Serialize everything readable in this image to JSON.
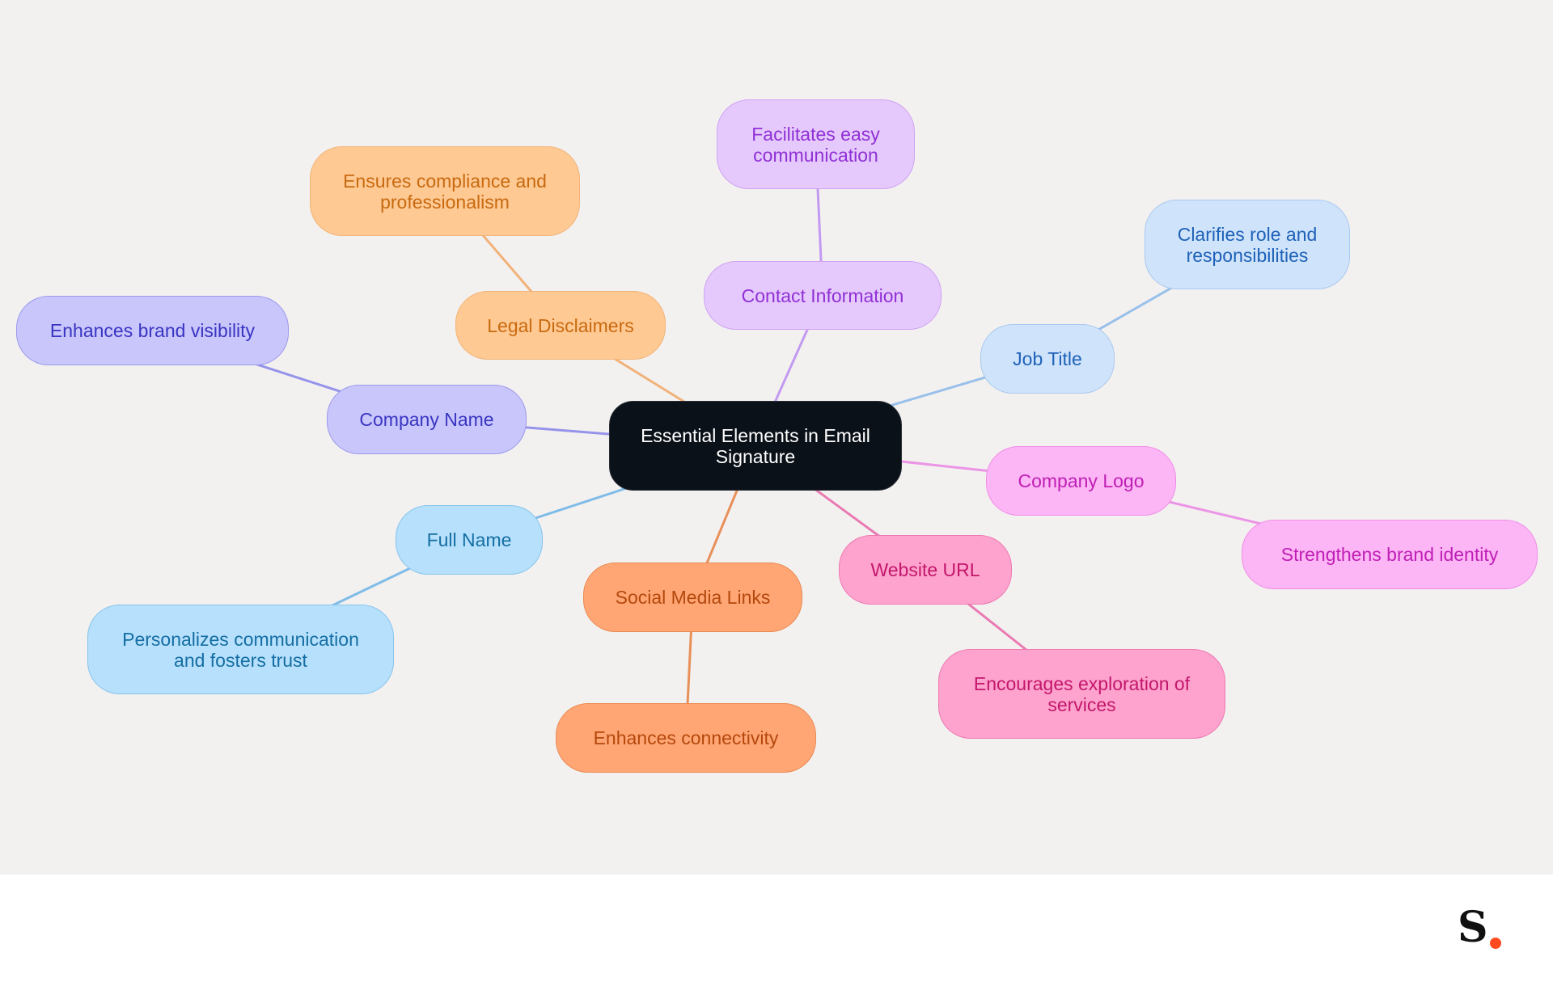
{
  "root": {
    "label": "Essential Elements in Email Signature"
  },
  "branches": [
    {
      "id": "company-name",
      "label": "Company Name",
      "child": "Enhances brand visibility",
      "colors": {
        "fill": "#c8c6fb",
        "border": "#9d99ec",
        "text": "#3a35c2",
        "line": "#9693ea"
      }
    },
    {
      "id": "legal-disclaimers",
      "label": "Legal Disclaimers",
      "child": "Ensures compliance and professionalism",
      "colors": {
        "fill": "#ffc993",
        "border": "#f2b478",
        "text": "#c86a10",
        "line": "#f1b27a"
      }
    },
    {
      "id": "contact-information",
      "label": "Contact Information",
      "child": "Facilitates easy communication",
      "colors": {
        "fill": "#e5c9fc",
        "border": "#cfa2f3",
        "text": "#9030d6",
        "line": "#c39af1"
      }
    },
    {
      "id": "job-title",
      "label": "Job Title",
      "child": "Clarifies role and responsibilities",
      "colors": {
        "fill": "#cfe3fb",
        "border": "#a9c9ef",
        "text": "#1e62b8",
        "line": "#98c0ea"
      }
    },
    {
      "id": "company-logo",
      "label": "Company Logo",
      "child": "Strengthens brand identity",
      "colors": {
        "fill": "#fcb5f5",
        "border": "#ef8ee6",
        "text": "#bf1fb5",
        "line": "#ec94e6"
      }
    },
    {
      "id": "website-url",
      "label": "Website URL",
      "child": "Encourages exploration of services",
      "colors": {
        "fill": "#fda3cd",
        "border": "#ee79b2",
        "text": "#c4166c",
        "line": "#e97ab3"
      }
    },
    {
      "id": "social-media-links",
      "label": "Social Media Links",
      "child": "Enhances connectivity",
      "colors": {
        "fill": "#ffa674",
        "border": "#ea8a52",
        "text": "#b4480d",
        "line": "#e8905a"
      }
    },
    {
      "id": "full-name",
      "label": "Full Name",
      "child": "Personalizes communication and fosters trust",
      "colors": {
        "fill": "#b6e0fc",
        "border": "#87c4ec",
        "text": "#156ea3",
        "line": "#7fbce8"
      }
    }
  ]
}
